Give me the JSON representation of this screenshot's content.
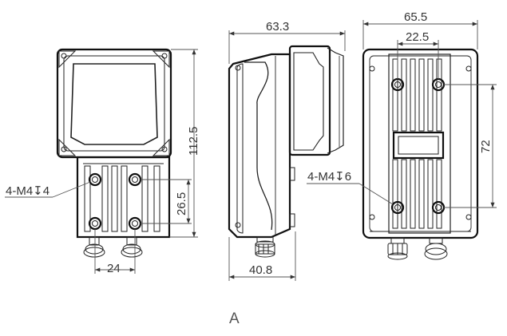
{
  "figure": {
    "caption": "A",
    "front_view": {
      "dim_height": "112.5",
      "dim_hole_vertical": "26.5",
      "dim_hole_horizontal": "24",
      "hole_callout": "4-M4↧4"
    },
    "side_view": {
      "dim_total_depth": "63.3",
      "dim_connector_depth": "40.8"
    },
    "rear_view": {
      "dim_width": "65.5",
      "dim_hole_horizontal": "22.5",
      "dim_hole_vertical": "72",
      "hole_callout": "4-M4↧6"
    }
  }
}
